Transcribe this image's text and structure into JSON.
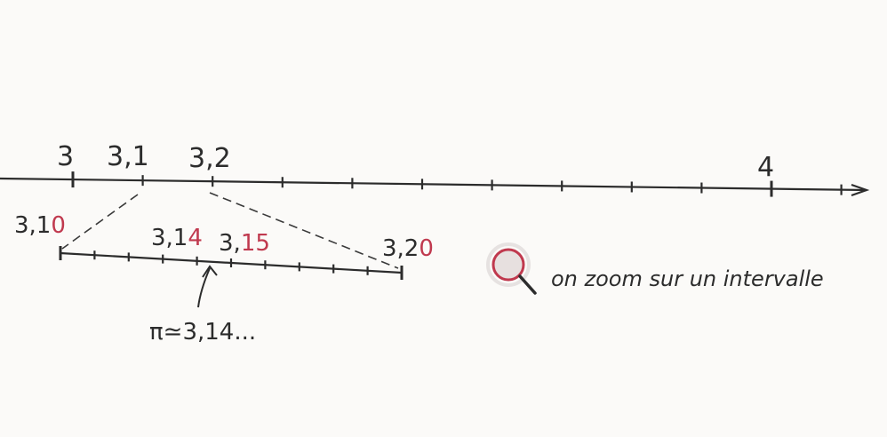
{
  "main_line": {
    "labels": [
      {
        "text": "3",
        "value": 3
      },
      {
        "text": "3,1",
        "value": 3.1
      },
      {
        "text": "3,2",
        "value": 3.2
      },
      {
        "text": "4",
        "value": 4
      }
    ]
  },
  "zoom_line": {
    "left_prefix": "3,1",
    "left_suffix": "0",
    "right_prefix": "3,2",
    "right_suffix": "0",
    "mark_a_prefix": "3,1",
    "mark_a_suffix": "4",
    "mark_b_prefix": "3,",
    "mark_b_suffix": "15",
    "pi_text": "π≃3,14..."
  },
  "legend": {
    "icon": "magnifier-icon",
    "text": "on zoom sur un intervalle"
  },
  "colors": {
    "ink": "#2c2c2c",
    "accent": "#c0394e"
  }
}
